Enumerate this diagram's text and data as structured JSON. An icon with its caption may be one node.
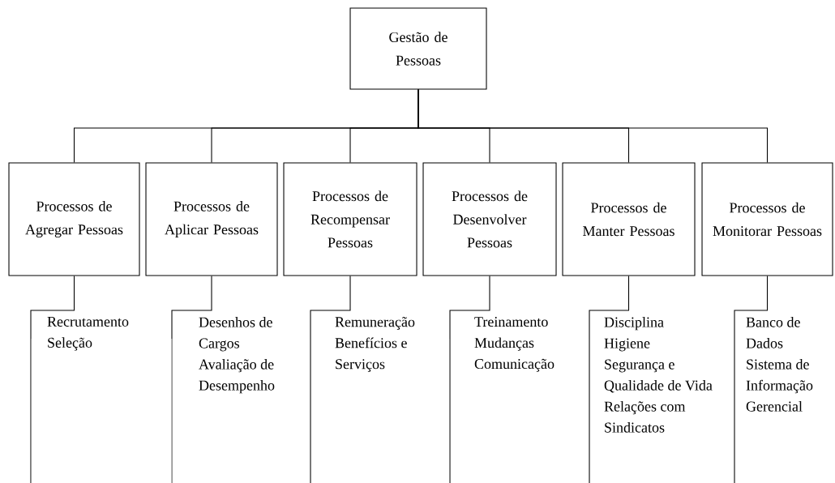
{
  "diagram": {
    "nodes": [
      {
        "text": [
          "Gestão de Pessoas"
        ]
      },
      {
        "text": [
          "Processos de Agregar Pessoas"
        ]
      },
      {
        "text": [
          "Processos de Aplicar Pessoas"
        ]
      },
      {
        "text": [
          "Processos de Recompensar Pessoas"
        ]
      },
      {
        "text": [
          "Processos de Desenvolver Pessoas"
        ]
      },
      {
        "text": [
          "Processos de Manter Pessoas"
        ]
      },
      {
        "text": [
          "Processos de Monitorar Pessoas"
        ]
      },
      {
        "text": [
          "Recrutamento",
          "Seleção"
        ]
      },
      {
        "text": [
          "Desenhos de Cargos",
          "Avaliação de Desempenho"
        ]
      },
      {
        "text": [
          "Remuneração",
          "Benefícios e Serviços"
        ]
      },
      {
        "text": [
          "Treinamento",
          "Mudanças",
          "Comunicação"
        ]
      },
      {
        "text": [
          "Disciplina",
          "Higiene",
          "Segurança e Qualidade de Vida",
          "Relações com Sindicatos"
        ]
      },
      {
        "text": [
          "Banco de Dados",
          "Sistema de Informação Gerencial"
        ]
      }
    ],
    "edges": [
      {
        "from": 0,
        "to": 1,
        "arrow": "none"
      },
      {
        "from": 0,
        "to": 2,
        "arrow": "none"
      },
      {
        "from": 0,
        "to": 3,
        "arrow": "none"
      },
      {
        "from": 0,
        "to": 4,
        "arrow": "none"
      },
      {
        "from": 0,
        "to": 5,
        "arrow": "none"
      },
      {
        "from": 0,
        "to": 6,
        "arrow": "none"
      },
      {
        "from": 1,
        "to": 7,
        "arrow": "none"
      },
      {
        "from": 2,
        "to": 8,
        "arrow": "none"
      },
      {
        "from": 3,
        "to": 9,
        "arrow": "none"
      },
      {
        "from": 4,
        "to": 10,
        "arrow": "none"
      },
      {
        "from": 5,
        "to": 11,
        "arrow": "none"
      },
      {
        "from": 6,
        "to": 12,
        "arrow": "none"
      }
    ]
  }
}
